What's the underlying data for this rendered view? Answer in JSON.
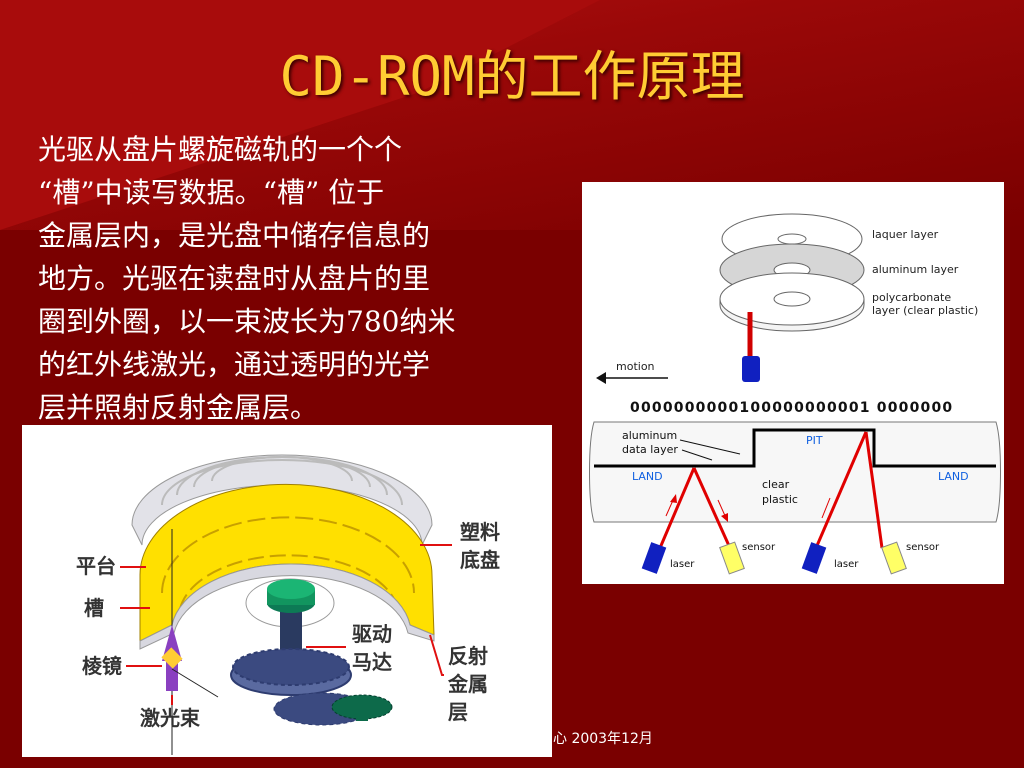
{
  "slide": {
    "title": "CD-ROM的工作原理",
    "body_text": "光驱从盘片螺旋磁轨的一个个\n“槽”中读写数据。“槽” 位于\n金属层内，是光盘中储存信息的\n地方。光驱在读盘时从盘片的里\n圈到外圈，以一束波长为780纳米\n的红外线激光，通过透明的光学\n层并照射反射金属层。",
    "footer": "心 2003年12月"
  },
  "right_diagram": {
    "layer_labels": [
      "laquer layer",
      "aluminum layer",
      "polycarbonate",
      "layer (clear plastic)"
    ],
    "motion_label": "motion",
    "bits": "0000000000100000000001 0000000",
    "aluminum_label_1": "aluminum",
    "aluminum_label_2": "data layer",
    "pit_label": "PIT",
    "land_left": "LAND",
    "land_right": "LAND",
    "clear_1": "clear",
    "clear_2": "plastic",
    "sensor_left": "sensor",
    "laser_left": "laser",
    "sensor_right": "sensor",
    "laser_right": "laser",
    "colors": {
      "laser": "#e00000",
      "pit_text": "#1060e0",
      "emitter": "#1020c0",
      "sensor": "#ffff66"
    }
  },
  "left_diagram": {
    "label_platform": "平台",
    "label_groove": "槽",
    "label_prism": "棱镜",
    "label_beam": "激光束",
    "label_plastic_1": "塑料",
    "label_plastic_2": "底盘",
    "label_motor_1": "驱动",
    "label_motor_2": "马达",
    "label_reflect_1": "反射",
    "label_reflect_2": "金属",
    "label_reflect_3": "层",
    "colors": {
      "yellow": "#ffe000",
      "leader": "#e01010",
      "gear": "#3b4a80",
      "hub": "#0d7a55",
      "beam": "#8a40c0"
    }
  }
}
